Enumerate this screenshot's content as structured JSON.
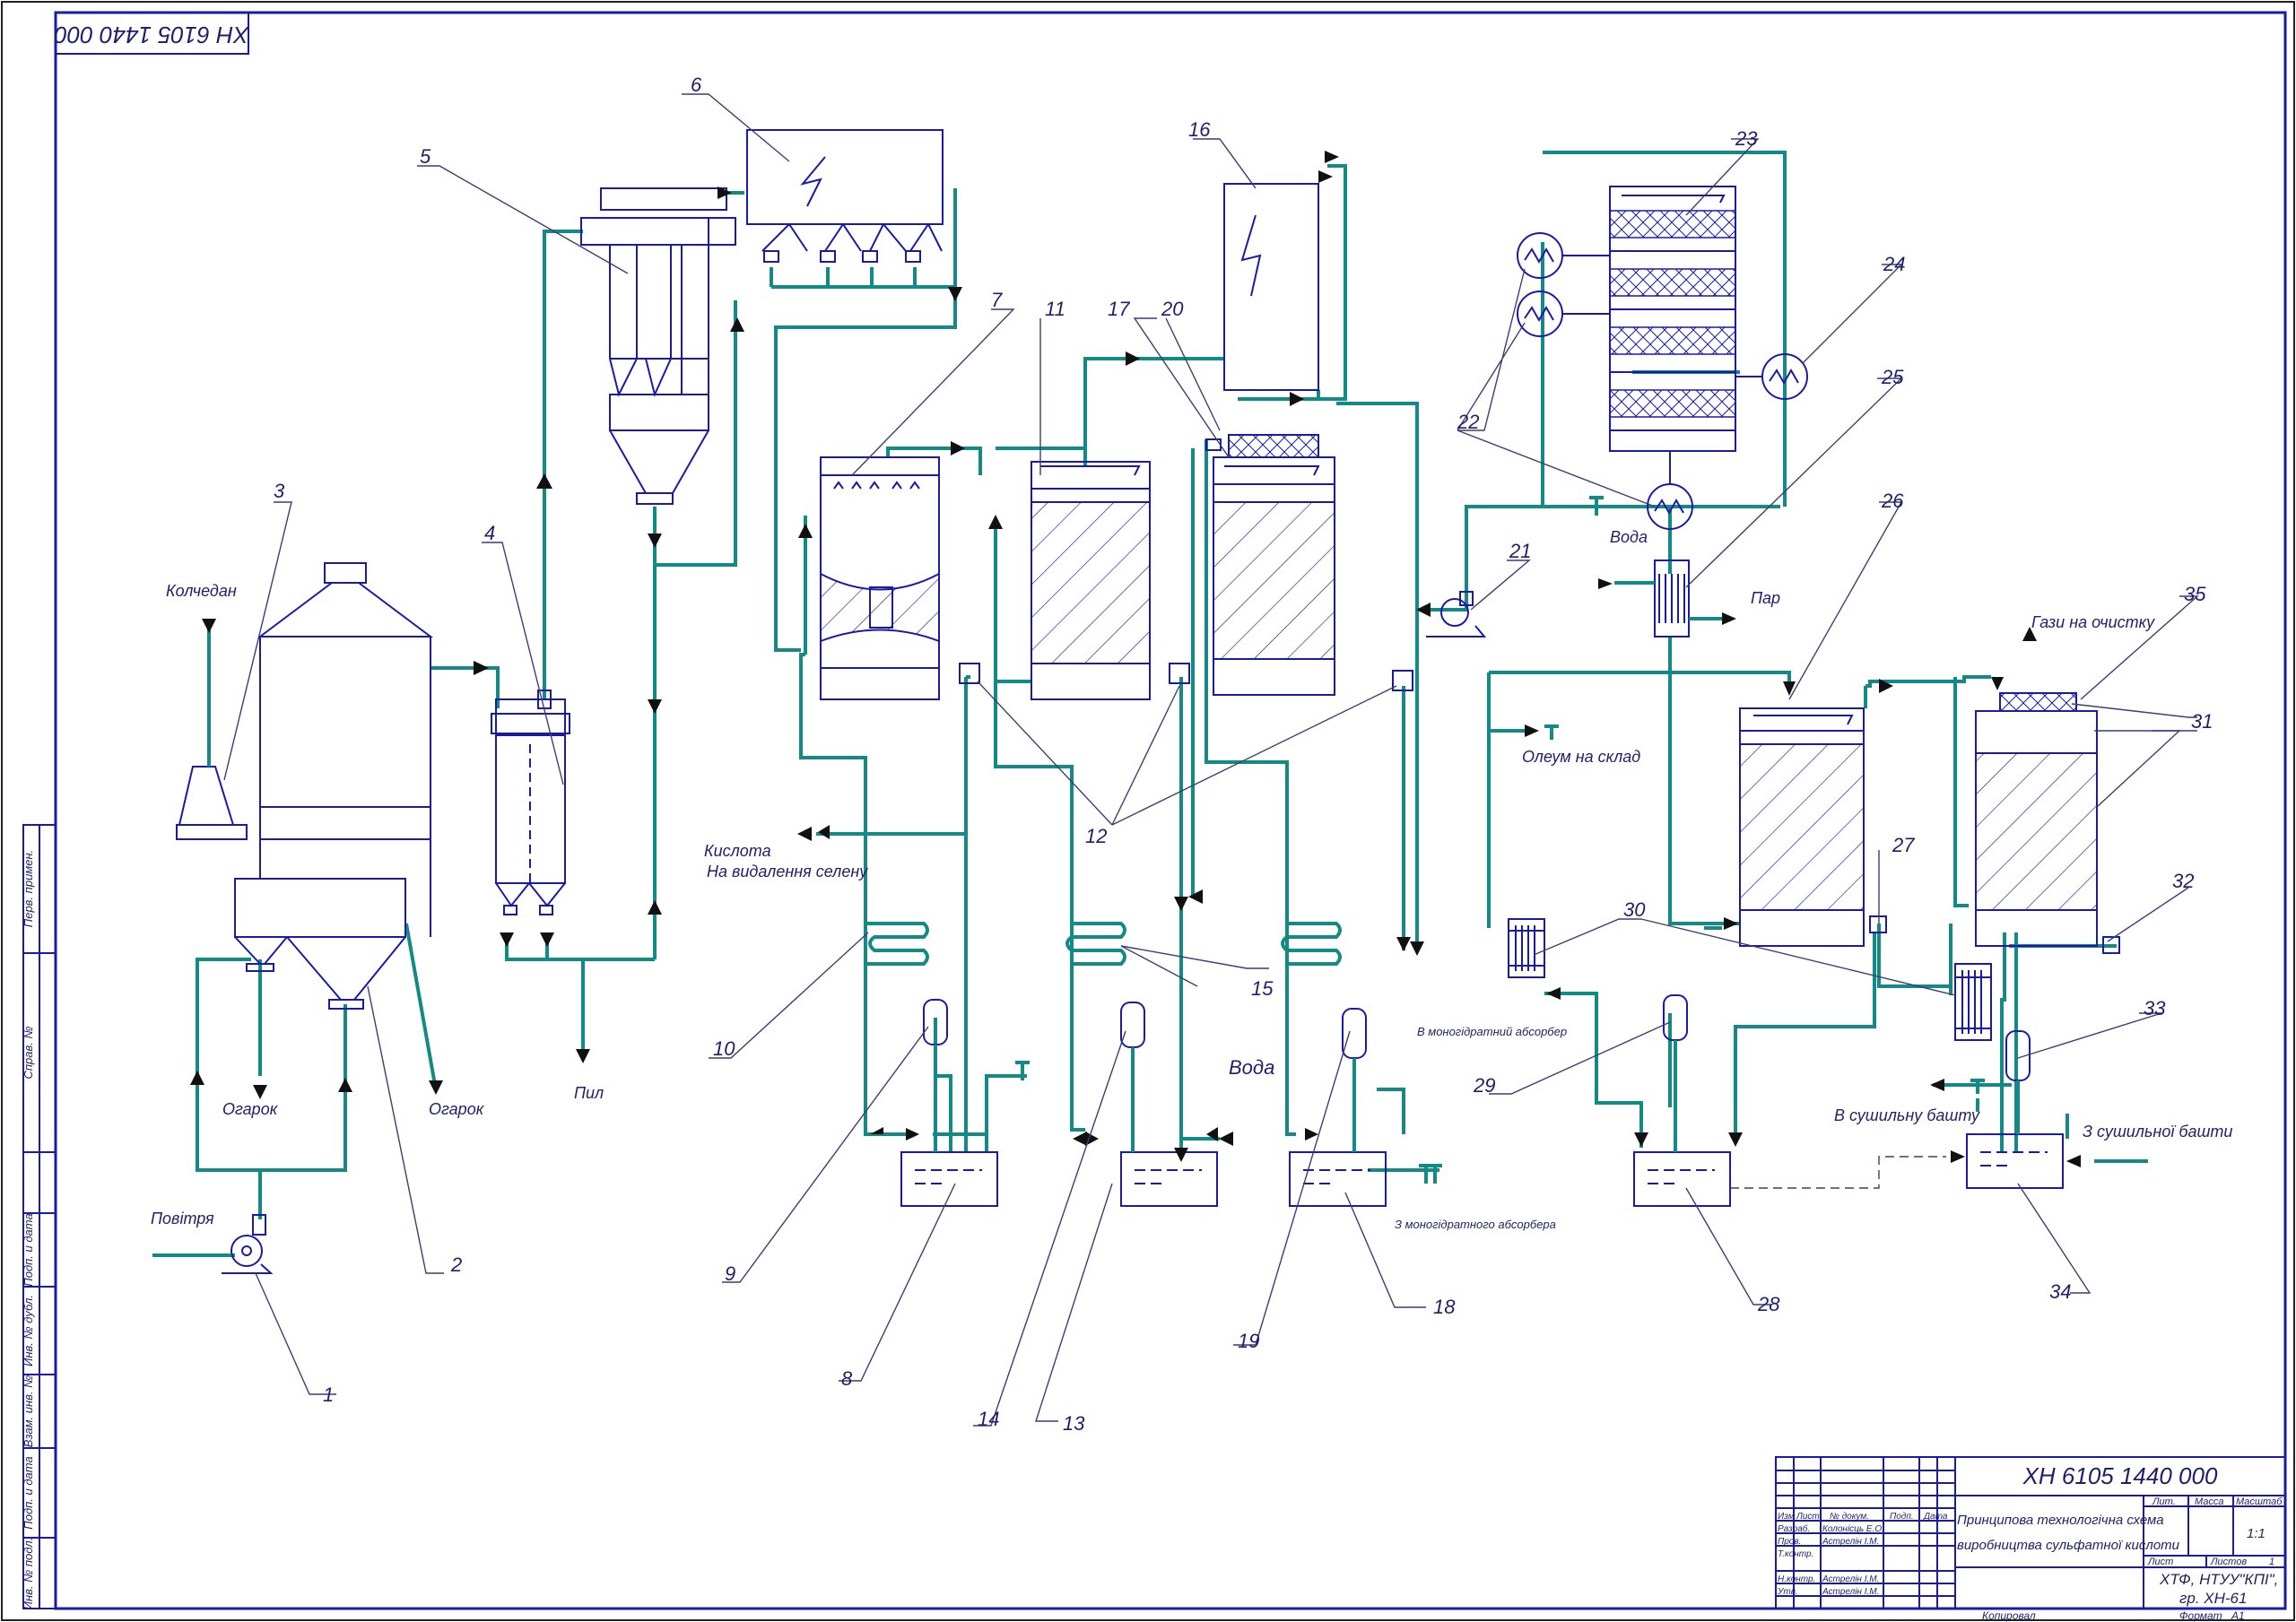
{
  "drawing_code": "ХН 6105 1440 000",
  "drawing_code_rotated": "ХН 6105 1440 000",
  "stream_labels": {
    "kolchedan": "Колчедан",
    "povitria": "Повітря",
    "ogarok_left": "Огарок",
    "ogarok_right": "Огарок",
    "pyl": "Пил",
    "kyslota_1": "Кислота",
    "kyslota_2": "На видалення селену",
    "voda_middle": "Вода",
    "voda_top": "Вода",
    "par": "Пар",
    "oleum": "Олеум на склад",
    "to_monohydrate": "В моногідратний абсорбер",
    "from_monohydrate": "З моногідратного абсорбера",
    "gas_to_cleaning": "Гази на очистку",
    "to_drying": "В сушильну башту",
    "from_drying": "З сушильної башти"
  },
  "item_numbers": [
    "1",
    "2",
    "3",
    "4",
    "5",
    "6",
    "7",
    "8",
    "9",
    "10",
    "11",
    "12",
    "13",
    "14",
    "15",
    "16",
    "17",
    "18",
    "19",
    "20",
    "21",
    "22",
    "23",
    "24",
    "25",
    "26",
    "27",
    "28",
    "29",
    "30",
    "31",
    "32",
    "33",
    "34",
    "35"
  ],
  "side_stamp": [
    "Перв. примен.",
    "Справ. №",
    "Подп. и дата",
    "Инв. № дубл.",
    "Взам. инв. №",
    "Подп. и дата",
    "Инв. № подл."
  ],
  "title_block": {
    "code": "ХН 6105 1440 000",
    "title_line1": "Принципова технологічна схема",
    "title_line2": "виробництва сульфатної кислоти",
    "col_headers": [
      "Изм",
      "Лист",
      "№ докум.",
      "Подп.",
      "Дата"
    ],
    "roles": [
      "Разраб.",
      "Пров.",
      "Т.контр.",
      "",
      "Н.контр.",
      "Утв."
    ],
    "names": [
      "Колонісць Е.О.",
      "Астрелін І.М.",
      "",
      "",
      "Астрелін І.М.",
      "Астрелін І.М."
    ],
    "lit_label": "Лит.",
    "mass_label": "Масса",
    "scale_label": "Масштаб",
    "scale_value": "1:1",
    "sheet_label": "Лист",
    "sheets_label": "Листов",
    "sheets_value": "1",
    "org_line1": "ХТФ, НТУУ\"КПІ\",",
    "org_line2": "гр. ХН-61",
    "copied": "Копировал",
    "format": "Формат",
    "format_value": "А1"
  }
}
